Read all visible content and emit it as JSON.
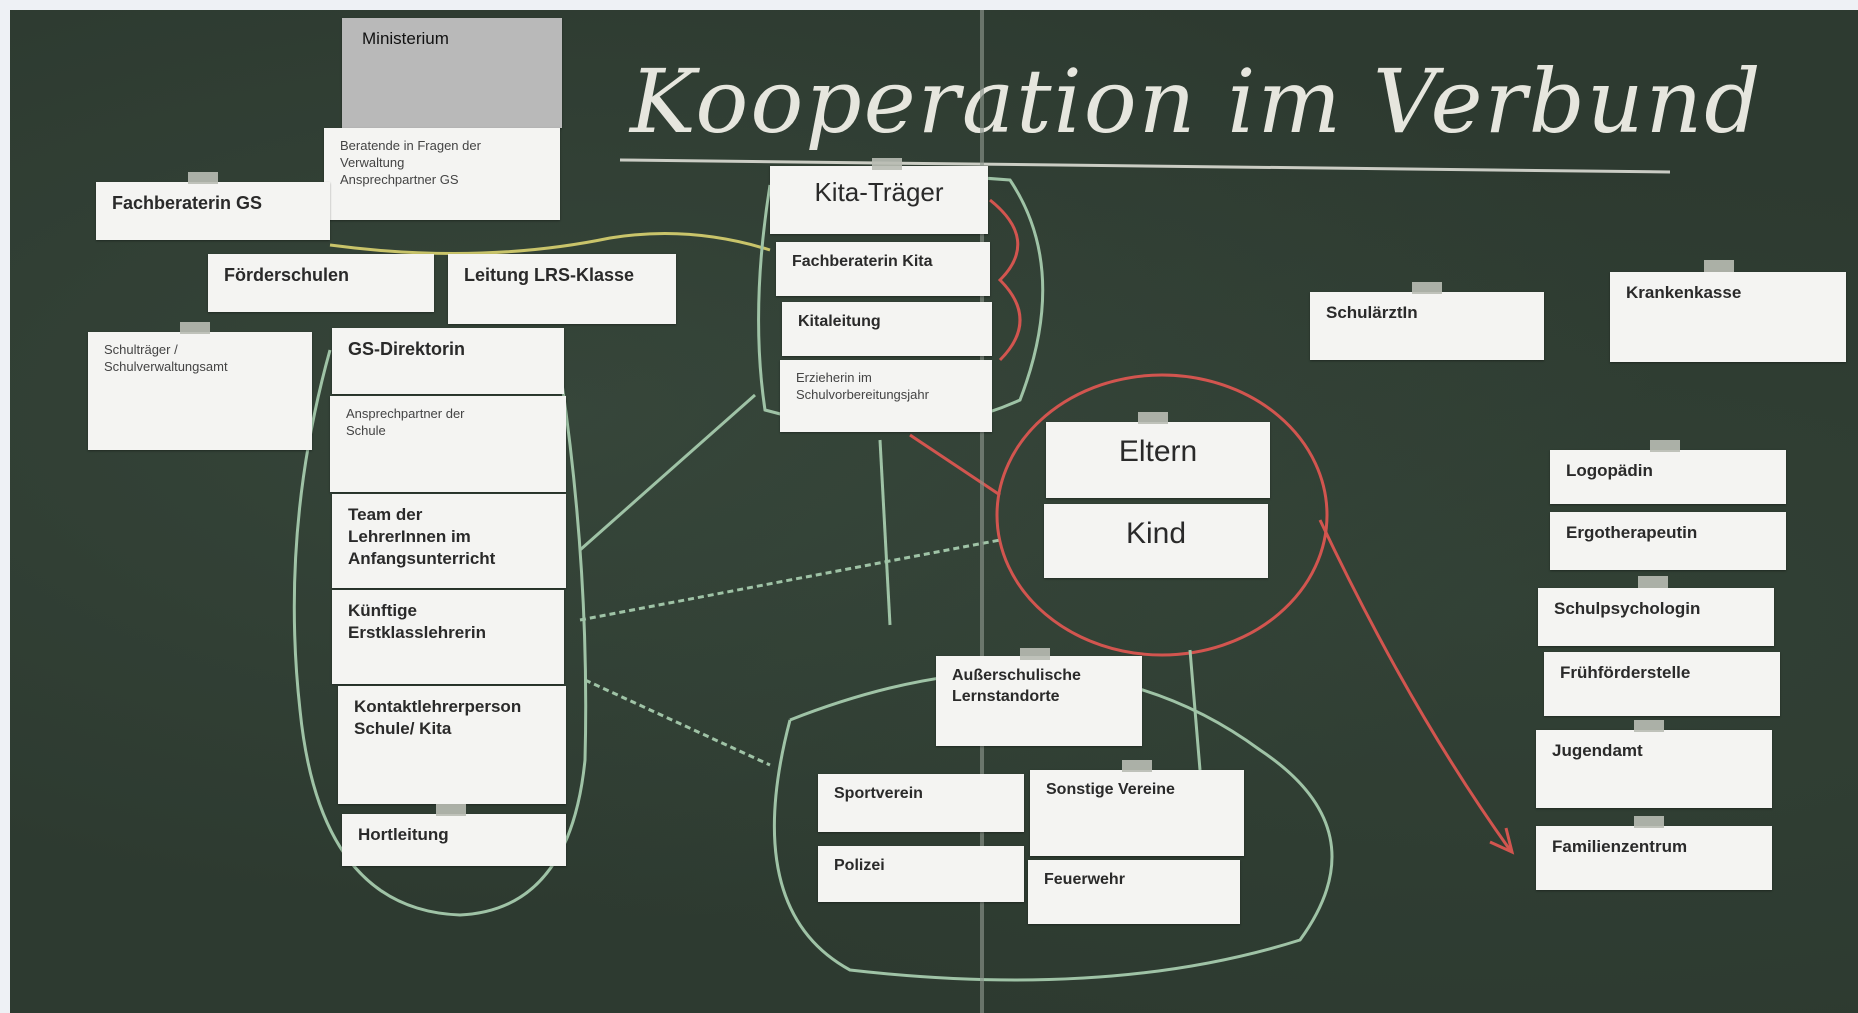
{
  "board": {
    "title": "Kooperation im Verbund"
  },
  "cards": {
    "ministerium": "Ministerium",
    "ansprech": "Beratende in Fragen der\nVerwaltung\nAnsprechpartner GS",
    "fachberaterin_gs": "Fachberaterin GS",
    "foerderschulen": "Förderschulen",
    "leitung_lrs": "Leitung LRS-Klasse",
    "schultraeger": "Schulträger /\nSchulverwaltungsamt",
    "gs_direktorin": "GS-Direktorin",
    "ansprechpartner_schule": "Ansprechpartner der\nSchule",
    "team": "Team der\nLehrerInnen im\nAnfangsunterricht",
    "kuenftige": "Künftige\nErstklasslehrerin",
    "kontaktlehrer": "Kontaktlehrerperson\nSchule/ Kita",
    "hortleitung": "Hortleitung",
    "kita_traeger": "Kita-Träger",
    "fachberaterin_kita": "Fachberaterin Kita",
    "kitaleitung": "Kitaleitung",
    "erzieherin": "Erzieherin im\nSchulvorbereitungsjahr",
    "eltern": "Eltern",
    "kind": "Kind",
    "ausserschulische": "Außerschulische\nLernstandorte",
    "sportverein": "Sportverein",
    "polizei": "Polizei",
    "sonstige_vereine": "Sonstige Vereine",
    "feuerwehr": "Feuerwehr",
    "schulaerztin": "SchulärztIn",
    "krankenkasse": "Krankenkasse",
    "logopaedin": "Logopädin",
    "ergotherapeutin": "Ergotherapeutin",
    "schulpsychologin": "Schulpsychologin",
    "fruehfoerderstelle": "Frühförderstelle",
    "jugendamt": "Jugendamt",
    "familienzentrum": "Familienzentrum"
  },
  "colors": {
    "board": "#2d3a30",
    "chalk_white": "#e6e6de",
    "chalk_green": "#9fc3a6",
    "chalk_yellow": "#c9c46a",
    "chalk_red": "#d2554f",
    "card": "#f4f4f2",
    "ministry_card": "#b9b9b9"
  }
}
